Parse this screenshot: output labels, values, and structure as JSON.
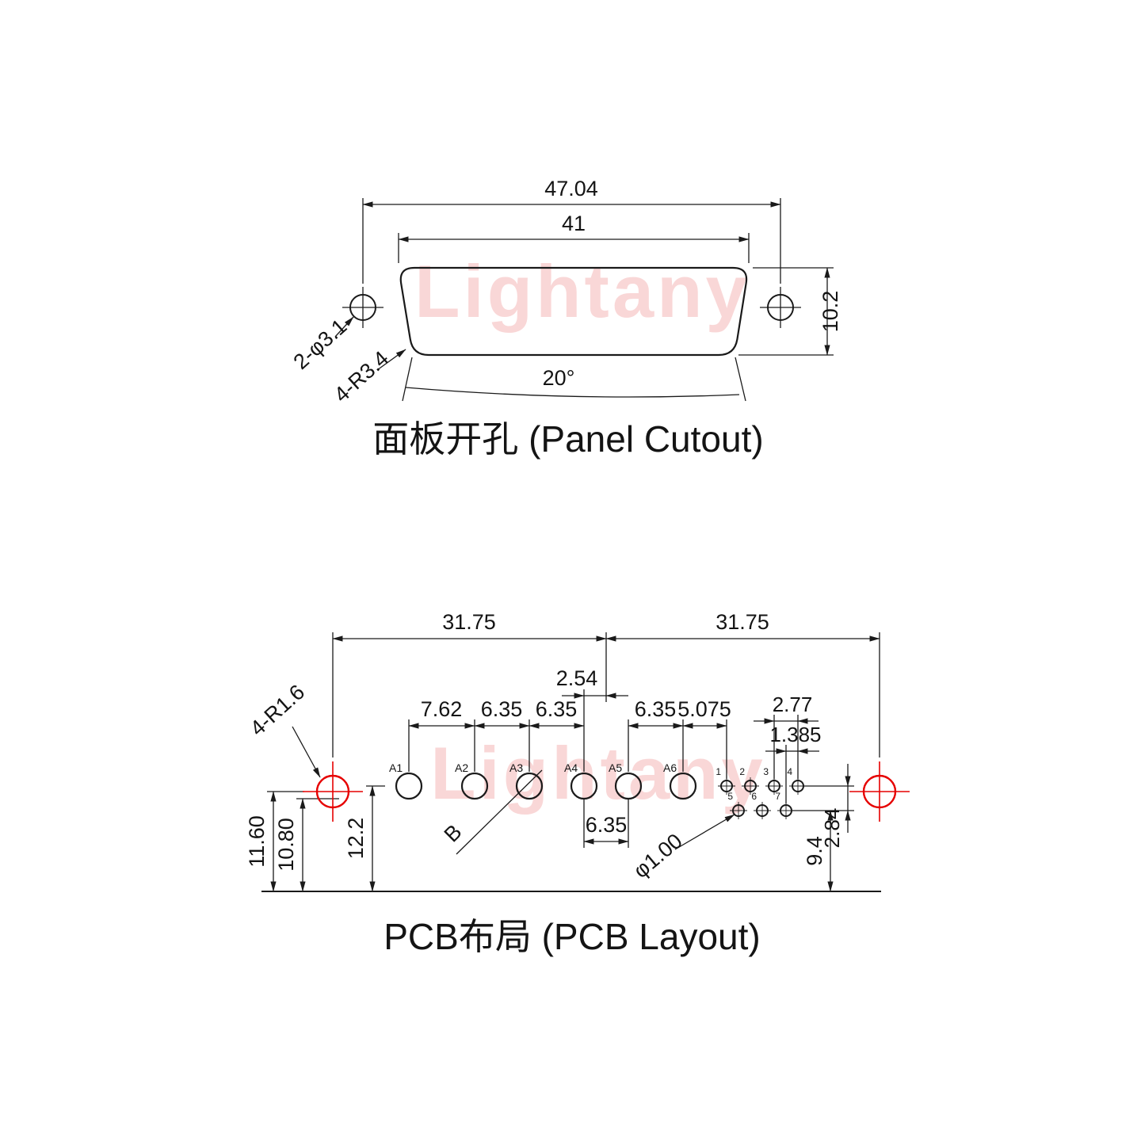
{
  "colors": {
    "line": "#1a1a1a",
    "accent_red": "#e60000",
    "watermark_pink": "#f5b0b0"
  },
  "watermark": {
    "text": "Lightany"
  },
  "panel_cutout": {
    "title": "面板开孔 (Panel Cutout)",
    "dims": {
      "overall_width": "47.04",
      "opening_width": "41",
      "opening_height": "10.2",
      "side_angle": "20°",
      "mount_holes": "2-φ3.1",
      "corner_radius": "4-R3.4"
    }
  },
  "pcb_layout": {
    "title": "PCB布局 (PCB Layout)",
    "dims": {
      "left_span": "31.75",
      "right_span": "31.75",
      "center_offset": "2.54",
      "a1_a2": "7.62",
      "a2_a3": "6.35",
      "a3_a4": "6.35",
      "a4_a5": "6.35",
      "a5_a6": "6.35",
      "a6_pin1": "5.075",
      "pin_pitch": "2.77",
      "row_stagger": "1.385",
      "hole_to_edge": "11.60",
      "mid_to_edge": "10.80",
      "row_to_edge": "12.2",
      "pin_row2_to_edge": "9.4",
      "row_spacing": "2.84",
      "pin_diameter": "φ1.00",
      "corner_radius": "4-R1.6",
      "contact_b": "B"
    },
    "pad_labels": [
      "A1",
      "A2",
      "A3",
      "A4",
      "A5",
      "A6"
    ],
    "pin_labels": [
      "1",
      "2",
      "3",
      "4",
      "5",
      "6",
      "7"
    ]
  }
}
